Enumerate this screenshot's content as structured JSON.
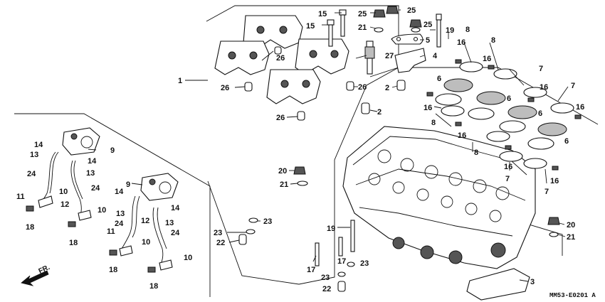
{
  "diagram": {
    "callouts": {
      "c1": "1",
      "c2a": "2",
      "c2b": "2",
      "c3": "3",
      "c4": "4",
      "c5": "5",
      "c6a": "6",
      "c6b": "6",
      "c6c": "6",
      "c6d": "6",
      "c7a": "7",
      "c7b": "7",
      "c7c": "7",
      "c7d": "7",
      "c8a": "8",
      "c8b": "8",
      "c8c": "8",
      "c8d": "8",
      "c9a": "9",
      "c9b": "9",
      "c10a": "10",
      "c10b": "10",
      "c10c": "10",
      "c10d": "10",
      "c11a": "11",
      "c11b": "11",
      "c12a": "12",
      "c12b": "12",
      "c13a": "13",
      "c13b": "13",
      "c13c": "13",
      "c13d": "13",
      "c14a": "14",
      "c14b": "14",
      "c14c": "14",
      "c14d": "14",
      "c15a": "15",
      "c15b": "15",
      "c16a": "16",
      "c16b": "16",
      "c16c": "16",
      "c16d": "16",
      "c16e": "16",
      "c16f": "16",
      "c16g": "16",
      "c16h": "16",
      "c17a": "17",
      "c17b": "17",
      "c18a": "18",
      "c18b": "18",
      "c18c": "18",
      "c18d": "18",
      "c19a": "19",
      "c19b": "19",
      "c20a": "20",
      "c20b": "20",
      "c21a": "21",
      "c21b": "21",
      "c21c": "21",
      "c22a": "22",
      "c22b": "22",
      "c23a": "23",
      "c23b": "23",
      "c23c": "23",
      "c23d": "23",
      "c24a": "24",
      "c24b": "24",
      "c24c": "24",
      "c24d": "24",
      "c25a": "25",
      "c25b": "25",
      "c25c": "25",
      "c26a": "26",
      "c26b": "26",
      "c26c": "26",
      "c26d": "26",
      "c27": "27"
    },
    "direction_label": "FR.",
    "diagram_code": "MM53-E0201 A"
  }
}
